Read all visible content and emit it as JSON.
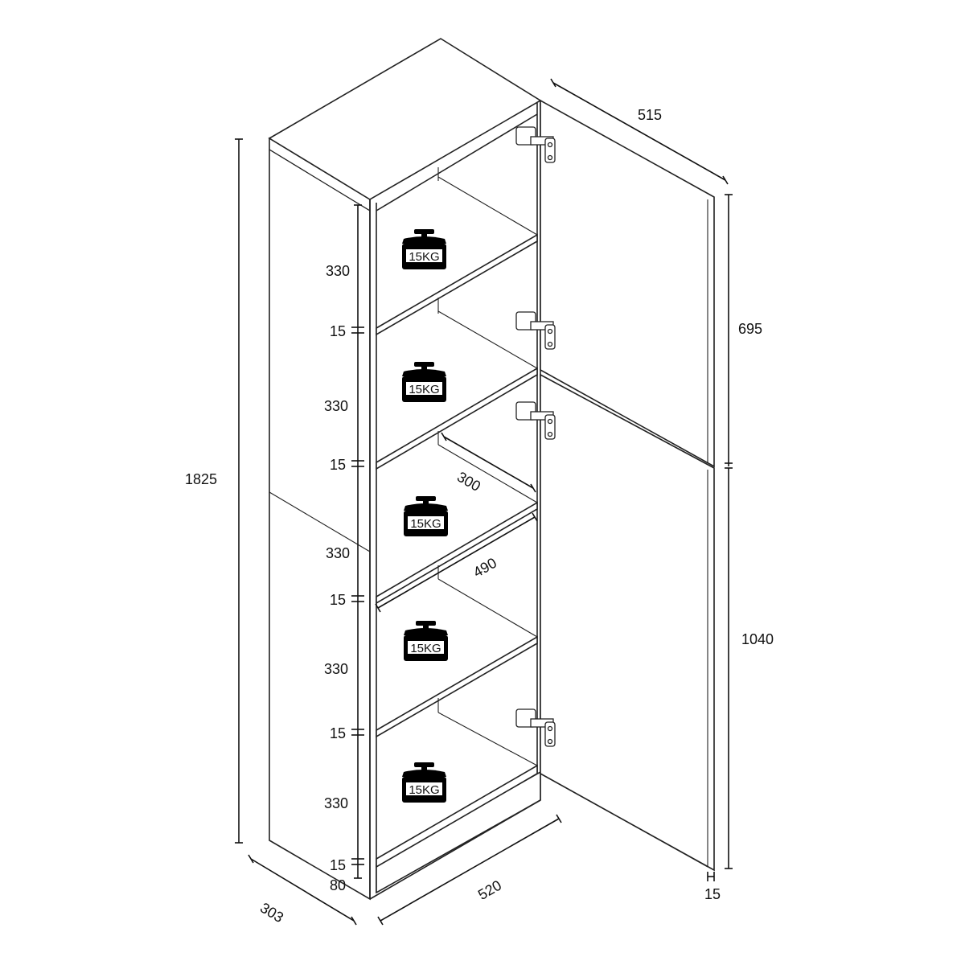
{
  "diagram": {
    "dimensions": {
      "overall_height": "1825",
      "depth": "303",
      "inner_width": "520",
      "door_width": "515",
      "upper_door_height": "695",
      "lower_door_height": "1040",
      "door_thickness": "15",
      "shelf_depth": "300",
      "shelf_width": "490",
      "plinth_height": "80"
    },
    "compartments": [
      {
        "height": "330",
        "shelf": "15"
      },
      {
        "height": "330",
        "shelf": "15"
      },
      {
        "height": "330",
        "shelf": "15"
      },
      {
        "height": "330",
        "shelf": "15"
      },
      {
        "height": "330",
        "shelf": "15"
      }
    ],
    "shelf_load": [
      "15KG",
      "15KG",
      "15KG",
      "15KG",
      "15KG"
    ],
    "icons": {
      "weight": "weight-icon",
      "hinge": "hinge-icon"
    },
    "colors": {
      "line": "#222222",
      "background": "#ffffff"
    }
  }
}
